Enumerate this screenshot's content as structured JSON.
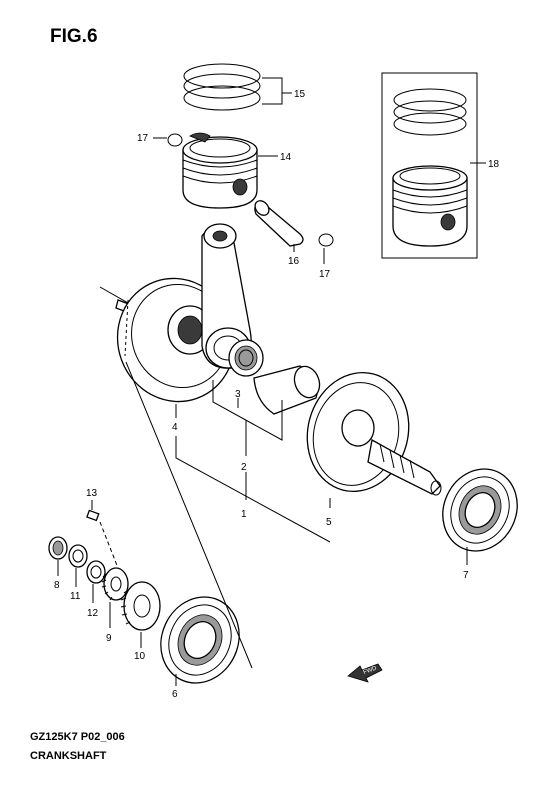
{
  "figure": {
    "title": "FIG.6"
  },
  "footer": {
    "model_code": "GZ125K7 P02_006",
    "name": "CRANKSHAFT"
  },
  "fwd_label": "FWD",
  "callouts": [
    "1",
    "2",
    "3",
    "4",
    "5",
    "6",
    "7",
    "8",
    "9",
    "10",
    "11",
    "12",
    "13",
    "14",
    "15",
    "16",
    "17",
    "17",
    "18"
  ]
}
